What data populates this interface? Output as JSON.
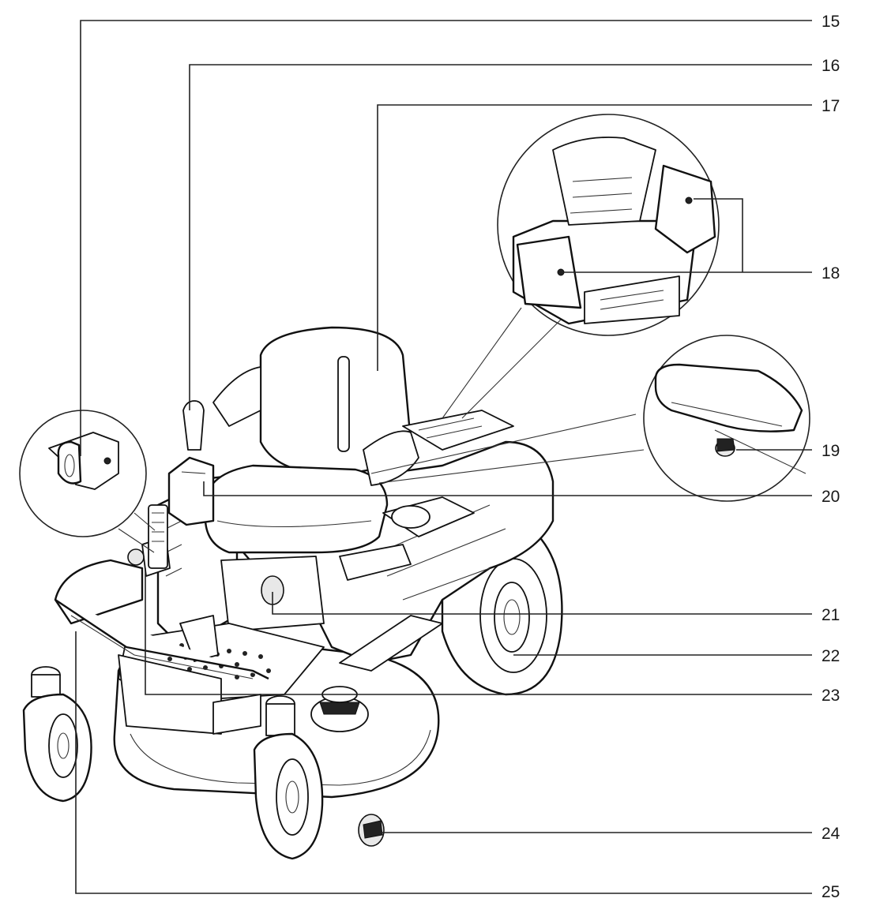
{
  "callouts": [
    {
      "id": "15",
      "label": "15"
    },
    {
      "id": "16",
      "label": "16"
    },
    {
      "id": "17",
      "label": "17"
    },
    {
      "id": "18",
      "label": "18"
    },
    {
      "id": "19",
      "label": "19"
    },
    {
      "id": "20",
      "label": "20"
    },
    {
      "id": "21",
      "label": "21"
    },
    {
      "id": "22",
      "label": "22"
    },
    {
      "id": "23",
      "label": "23"
    },
    {
      "id": "24",
      "label": "24"
    },
    {
      "id": "25",
      "label": "25"
    }
  ],
  "colors": {
    "line": "#222222",
    "background": "#ffffff"
  }
}
